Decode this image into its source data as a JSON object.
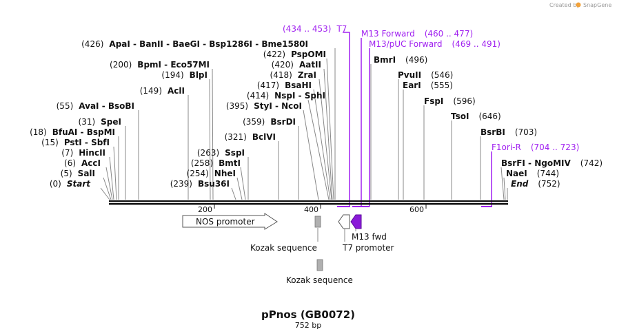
{
  "branding": {
    "created_by": "Created by",
    "app": "SnapGene"
  },
  "map": {
    "title": "pPnos  (GB0072)",
    "length_label": "752 bp",
    "ticks": [
      "200",
      "400",
      "600"
    ]
  },
  "enzymes": [
    {
      "pos": "(426)",
      "name": "ApaI  - BanII  - BaeGI  - Bsp1286I  - Bme1580I"
    },
    {
      "pos": "(422)",
      "name": "PspOMI"
    },
    {
      "pos": "(420)",
      "name": "AatII"
    },
    {
      "pos": "(418)",
      "name": "ZraI"
    },
    {
      "pos": "(417)",
      "name": "BsaHI"
    },
    {
      "pos": "(414)",
      "name": "NspI  - SphI"
    },
    {
      "pos": "(395)",
      "name": "StyI  - NcoI"
    },
    {
      "pos": "(359)",
      "name": "BsrDI"
    },
    {
      "pos": "(321)",
      "name": "BclVI"
    },
    {
      "pos": "(263)",
      "name": "SspI"
    },
    {
      "pos": "(258)",
      "name": "BmtI"
    },
    {
      "pos": "(254)",
      "name": "NheI"
    },
    {
      "pos": "(239)",
      "name": "Bsu36I"
    },
    {
      "pos": "(200)",
      "name": "BpmI  - Eco57MI"
    },
    {
      "pos": "(194)",
      "name": "BlpI"
    },
    {
      "pos": "(149)",
      "name": "AclI"
    },
    {
      "pos": "(55)",
      "name": "AvaI  - BsoBI"
    },
    {
      "pos": "(31)",
      "name": "SpeI"
    },
    {
      "pos": "(18)",
      "name": "BfuAI  - BspMI"
    },
    {
      "pos": "(15)",
      "name": "PstI  - SbfI"
    },
    {
      "pos": "(7)",
      "name": "HincII"
    },
    {
      "pos": "(6)",
      "name": "AccI"
    },
    {
      "pos": "(5)",
      "name": "SalI"
    },
    {
      "pos": "(0)",
      "name": "Start"
    },
    {
      "pos": "(496)",
      "name": "BmrI"
    },
    {
      "pos": "(546)",
      "name": "PvuII"
    },
    {
      "pos": "(555)",
      "name": "EarI"
    },
    {
      "pos": "(596)",
      "name": "FspI"
    },
    {
      "pos": "(646)",
      "name": "TsoI"
    },
    {
      "pos": "(703)",
      "name": "BsrBI"
    },
    {
      "pos": "(742)",
      "name": "BsrFI  - NgoMIV"
    },
    {
      "pos": "(744)",
      "name": "NaeI"
    },
    {
      "pos": "(752)",
      "name": "End"
    }
  ],
  "primers": [
    {
      "name": "T7",
      "range": "(434 .. 453)"
    },
    {
      "name": "M13 Forward",
      "range": "(460 .. 477)"
    },
    {
      "name": "M13/pUC Forward",
      "range": "(469 .. 491)"
    },
    {
      "name": "F1ori-R",
      "range": "(704 .. 723)"
    }
  ],
  "features": {
    "promoter": "NOS promoter",
    "kozak1": "Kozak sequence",
    "kozak2": "Kozak sequence",
    "m13fwd": "M13 fwd",
    "t7promoter": "T7 promoter"
  },
  "colors": {
    "primer": "#a020f0",
    "line": "#888888",
    "backbone": "#111111"
  }
}
